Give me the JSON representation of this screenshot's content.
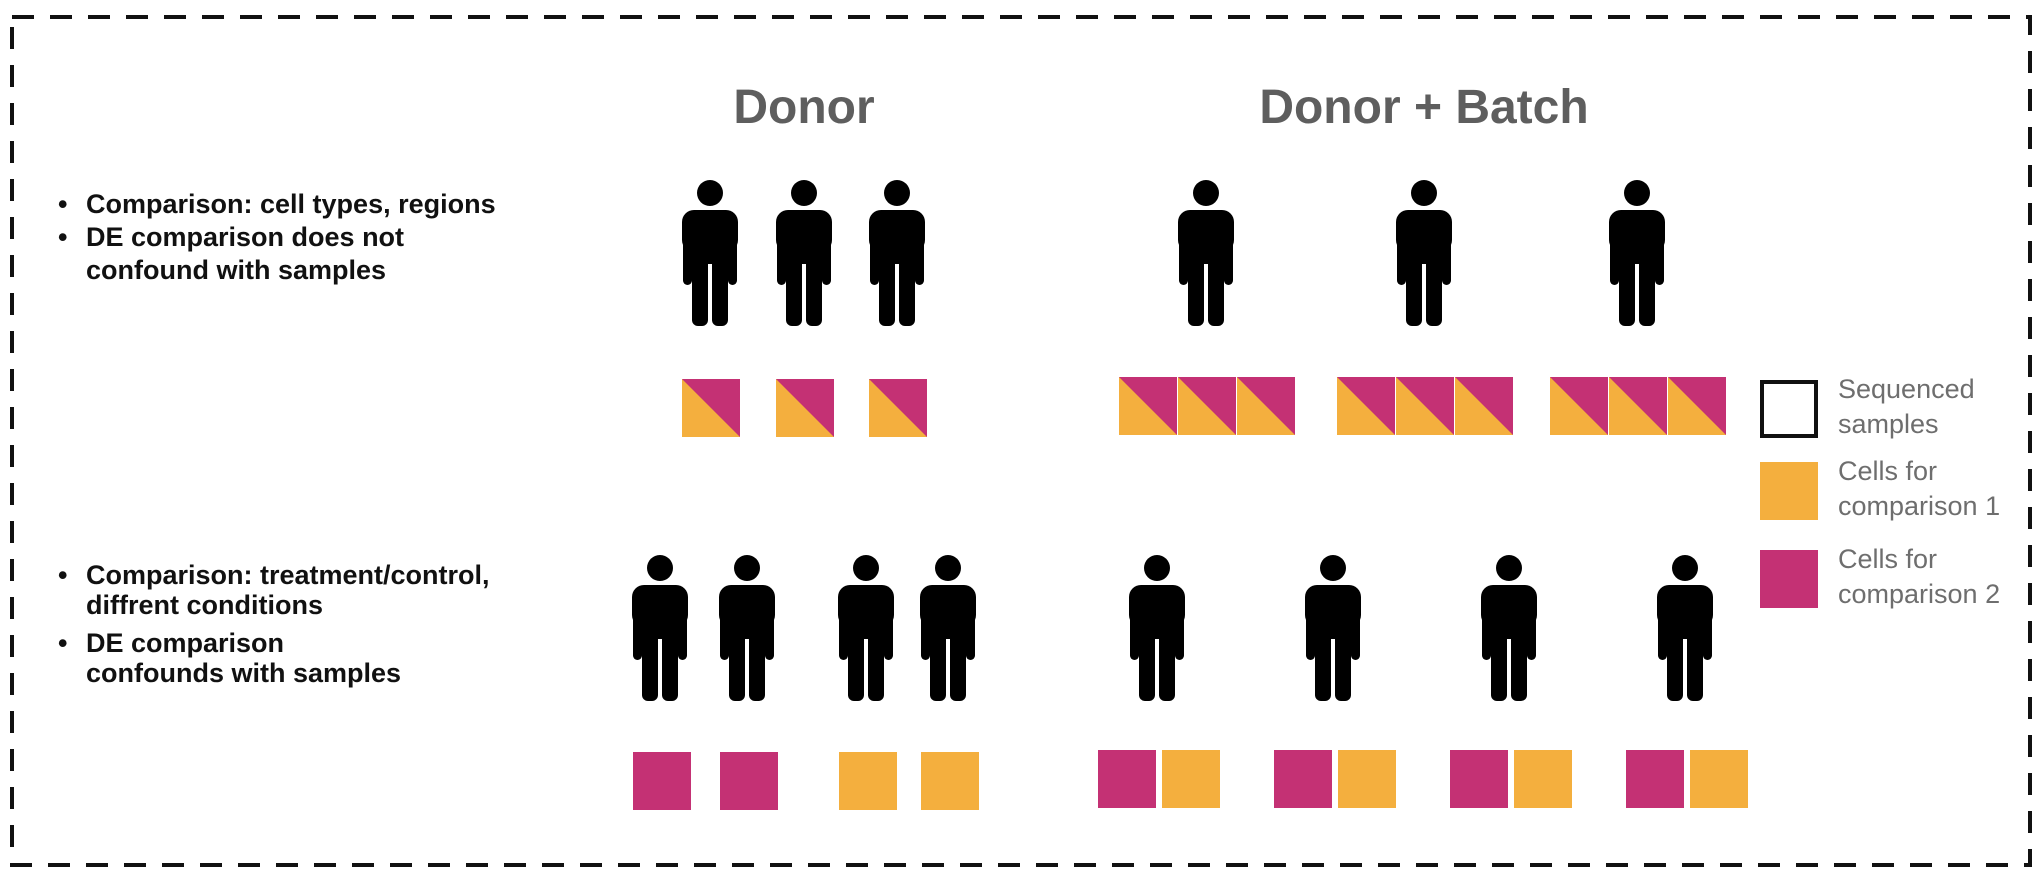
{
  "colors": {
    "orange": "#F4AF3E",
    "magenta": "#C43174",
    "border": "#111111",
    "title_gray": "#5e5e5e",
    "legend_gray": "#6e6e6e"
  },
  "column_titles": {
    "donor": "Donor",
    "donor_batch": "Donor + Batch"
  },
  "rows": [
    {
      "bullets": [
        [
          "Comparison: cell types, regions"
        ],
        [
          "DE comparison does not",
          "confound with samples"
        ]
      ],
      "donor_panel": {
        "donors": 3,
        "sample_type": "split"
      },
      "batch_panel": {
        "donors": 3,
        "samples_per_donor": 3,
        "sample_type": "split"
      }
    },
    {
      "bullets": [
        [
          "Comparison: treatment/control,",
          "diffrent conditions"
        ],
        [
          "DE comparison",
          "confounds with samples"
        ]
      ],
      "donor_panel": {
        "donors": 4,
        "sample_types": [
          "magenta",
          "magenta",
          "orange",
          "orange"
        ]
      },
      "batch_panel": {
        "donors": 4,
        "sample_types": [
          "magenta",
          "orange"
        ]
      }
    }
  ],
  "legend": [
    {
      "swatch": "outline",
      "icon": "sequenced-sample-square-icon",
      "lines": [
        "Sequenced",
        "samples"
      ]
    },
    {
      "swatch": "orange",
      "icon": "comparison-1-square-icon",
      "lines": [
        "Cells for",
        "comparison 1"
      ]
    },
    {
      "swatch": "magenta",
      "icon": "comparison-2-square-icon",
      "lines": [
        "Cells for",
        "comparison 2"
      ]
    }
  ],
  "icons": {
    "person": "person-icon",
    "bullet": "•"
  }
}
